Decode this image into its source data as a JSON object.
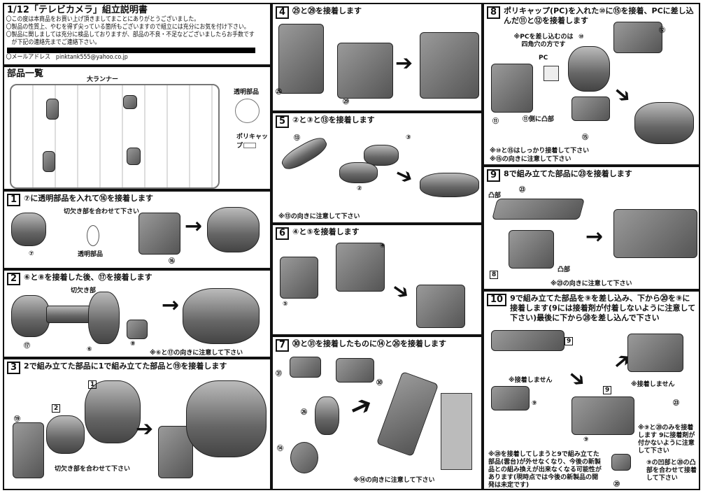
{
  "header": {
    "title": "1/12「テレビカメラ」組立説明書",
    "lines": [
      "〇この度は本商品をお買い上げ頂きましてまことにありがとうございました。",
      "〇製品の性質上、やむを得ず尖っている箇所もございますので組立には充分にお気を付け下さい。",
      "〇製品に関しましては充分に検品しておりますが、部品の不良・不足などございましたらお手数です",
      "　が下記の連絡先までご連絡下さい。"
    ],
    "email": "〇メールアドレス　pinktank555@yahoo.co.jp"
  },
  "parts": {
    "title": "部品一覧",
    "runner": "大ランナー",
    "clear": "透明部品",
    "polycap": "ポリキャップ"
  },
  "steps": [
    {
      "n": "1",
      "title": "⑦に透明部品を入れて⑯を接着します",
      "notes": [
        "切欠き部を合わせて下さい",
        "透明部品"
      ],
      "labels": [
        "⑦",
        "⑯"
      ]
    },
    {
      "n": "2",
      "title": "⑥と⑧を接着した後、⑰を接着します",
      "notes": [
        "切欠き部",
        "※⑥と⑰の向きに注意して下さい"
      ],
      "labels": [
        "⑰",
        "⑥",
        "⑧"
      ]
    },
    {
      "n": "3",
      "title": "2で組み立てた部品に1で組み立てた部品と⑲を接着します",
      "notes": [
        "切欠き部を合わせて下さい"
      ],
      "labels": [
        "⑲",
        "2",
        "1"
      ]
    },
    {
      "n": "4",
      "title": "㉕と㉙を接着します",
      "notes": [],
      "labels": [
        "㉕",
        "㉙"
      ]
    },
    {
      "n": "5",
      "title": "②と③と⑬を接着します",
      "notes": [
        "※⑬の向きに注意して下さい"
      ],
      "labels": [
        "⑬",
        "③",
        "②"
      ]
    },
    {
      "n": "6",
      "title": "④と⑤を接着します",
      "notes": [],
      "labels": [
        "④",
        "⑤"
      ]
    },
    {
      "n": "7",
      "title": "㉚と㉛を接着したものに⑭と㉖を接着します",
      "notes": [
        "※⑭の向きに注意して下さい"
      ],
      "labels": [
        "㉛",
        "㉚",
        "㉖",
        "⑭"
      ]
    },
    {
      "n": "8",
      "title": "ポリキャップ(PC)を入れた⑩に⑮を接着、PCに差し込んだ⑪と⑫を接着します",
      "notes": [
        "※PCを差し込むのは四角穴の方です",
        "PC",
        "⑪側に凸部",
        "※⑩と⑮はしっかり接着して下さい",
        "※⑮の向きに注意して下さい"
      ],
      "labels": [
        "⑩",
        "⑫",
        "⑪",
        "⑮"
      ]
    },
    {
      "n": "9",
      "title": "8で組み立てた部品に㉓を接着します",
      "notes": [
        "凸部",
        "凸部",
        "※㉓の向きに注意して下さい"
      ],
      "labels": [
        "㉓",
        "8"
      ]
    },
    {
      "n": "10",
      "title": "9で組み立てた部品を⑨を差し込み、下から⑳を⑨に接着します(9には接着剤が付着しないように注意して下さい)最後に下から㉘を差し込んで下さい",
      "notes": [
        "※接着しません",
        "※接着しません",
        "※⑨と⑳のみを接着します 9に接着剤が付かないように注意して下さい",
        "※㉘を接着してしまうと9で組み立てた部品(雲台)が外せなくなり、今後の新製品との組み換えが出来なくなる可能性があります(現時点では今後の新製品の開発は未定です)",
        "⑨の凹部と⑳の凸部を合わせて接着して下さい"
      ],
      "labels": [
        "9",
        "⑨",
        "9",
        "㉓",
        "⑨",
        "⑳"
      ]
    }
  ]
}
